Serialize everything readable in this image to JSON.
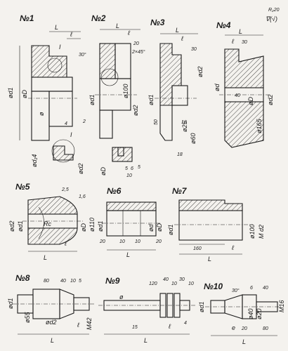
{
  "roughness": {
    "top": "R₂20",
    "bottom": "∇(√)"
  },
  "parts": {
    "p1": {
      "title": "№1",
      "dims": {
        "L": "L",
        "l": "ℓ",
        "I": "I",
        "ang": "30°",
        "d1": "ød1",
        "D": "øD",
        "d": "ø",
        "four": "4",
        "two": "2",
        "dd4": "ød₁4",
        "d2": "ød2",
        "I2": "I"
      }
    },
    "p2": {
      "title": "№2",
      "dims": {
        "L": "L",
        "l": "ℓ",
        "twenty": "20",
        "ch": "2×45°",
        "d1": "ød1",
        "d100": "ø100",
        "d2": "ød2",
        "D": "øD",
        "five": "5",
        "six": "6",
        "ten": "10",
        "five2": "5"
      }
    },
    "p3": {
      "title": "№3",
      "dims": {
        "L": "L",
        "l": "ℓ",
        "thirty": "30",
        "d2": "ød2",
        "d1": "ød1",
        "fifty": "50",
        "ten": "10",
        "d25": "ø25",
        "d60": "ø60",
        "eighteen": "18"
      }
    },
    "p4": {
      "title": "№4",
      "dims": {
        "L": "L",
        "l": "ℓ",
        "thirty": "30",
        "forty": "40",
        "D": "øD",
        "d": "ød",
        "d165": "ø165",
        "d2": "ød2"
      }
    },
    "p5": {
      "title": "№5",
      "dims": {
        "s25": "2,5",
        "s16": "1,6",
        "dd2": "ød2",
        "d1": "ød1",
        "D": "øD",
        "d110": "ø110",
        "R": "Rc",
        "L": "L",
        "l": "ℓ"
      }
    },
    "p6": {
      "title": "№6",
      "dims": {
        "d1": "ød1",
        "d": "ød",
        "D": "øD",
        "twenty": "20",
        "ten": "10",
        "ten2": "10",
        "twenty2": "20",
        "L": "L"
      }
    },
    "p7": {
      "title": "№7",
      "dims": {
        "d100": "ø100",
        "M": "M d2",
        "d1": "ød1",
        "oneSixty": "160",
        "l": "ℓ",
        "L": "L"
      }
    },
    "p8": {
      "title": "№8",
      "dims": {
        "d1": "ød1",
        "eighty": "80",
        "forty": "40",
        "ten": "10",
        "five": "5",
        "d55": "ø55",
        "d2": "ød2",
        "M": "M42",
        "l": "ℓ",
        "L": "L"
      }
    },
    "p9": {
      "title": "№9",
      "dims": {
        "oneTwenty": "120",
        "forty": "40",
        "ten": "10",
        "thirty": "30",
        "ten2": "10",
        "d": "ø",
        "fifteen": "15",
        "l": "ℓ",
        "L": "L",
        "four": "4"
      }
    },
    "p10": {
      "title": "№10",
      "dims": {
        "d1": "ød1",
        "ang": "30°",
        "six": "6",
        "forty": "40",
        "M": "M16",
        "d40": "ø40",
        "d20": "ø20",
        "e": "e",
        "twenty": "20",
        "eighty": "80",
        "L": "L"
      }
    }
  }
}
